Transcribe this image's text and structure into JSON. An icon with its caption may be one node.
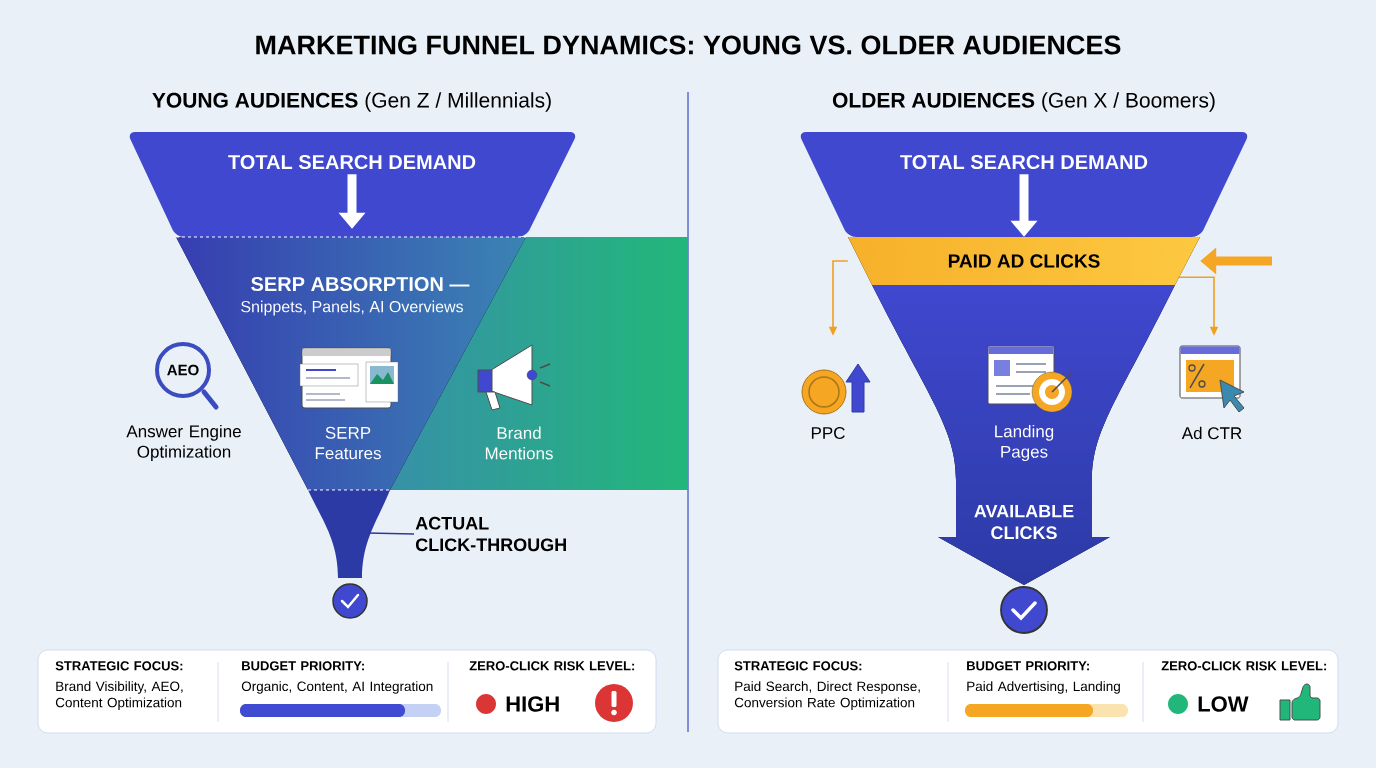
{
  "diagram": {
    "title": "MARKETING FUNNEL DYNAMICS: YOUNG VS. OLDER AUDIENCES",
    "nodes": [
      {
        "text": [
          "TOTAL SEARCH DEMAND"
        ]
      },
      {
        "text": [
          "SERP ABSORPTION —",
          "Snippets, Panels, AI Overviews"
        ]
      },
      {
        "text": [],
        "shape": "funnel"
      },
      {
        "text": [
          "ACTUAL CLICK-THROUGH"
        ]
      },
      {
        "text": [
          "STRATEGIC FOCUS:",
          "Brand Visibility, AEO, Content Optimization",
          "BUDGET PRIORITY:",
          "Organic, Content, AI Integration",
          "ZERO-CLICK RISK LEVEL:",
          "HIGH"
        ]
      },
      {
        "text": [
          "TOTAL SEARCH DEMAND"
        ]
      },
      {
        "text": [
          "PAID AD CLICKS"
        ]
      },
      {
        "text": [
          "PPC"
        ]
      },
      {
        "text": [
          "Landing Pages",
          "AVAILABLE CLICKS"
        ]
      },
      {
        "text": [
          "Ad CTR"
        ]
      },
      {
        "text": [
          "STRATEGIC FOCUS:",
          "Paid Search, Direct Response, Conversion Rate Optimization",
          "BUDGET PRIORITY:",
          "Paid Advertising, Landing",
          "ZERO-CLICK RISK LEVEL:",
          "LOW"
        ]
      }
    ],
    "edges": [
      {
        "from": 0,
        "to": 1,
        "arrow": "to",
        "style": "thick",
        "color": "#ffffff"
      },
      {
        "from": 5,
        "to": 6,
        "arrow": "to",
        "style": "thick",
        "color": "#ffffff"
      },
      {
        "from": 3,
        "to": 2,
        "arrow": "none",
        "color": "#2b3aa0"
      },
      {
        "from": 6,
        "to": 7,
        "arrow": "to",
        "color": "#f0a020"
      },
      {
        "from": 6,
        "to": 9,
        "arrow": "to",
        "color": "#f0a020"
      },
      {
        "from": null,
        "to": 6,
        "arrow": "to",
        "style": "thick",
        "color": "#f5a623"
      }
    ],
    "labels": [
      "**YOUNG AUDIENCES** (Gen Z / Millennials)",
      "**OLDER AUDIENCES** (Gen X / Boomers)",
      "AEO",
      "Answer Engine Optimization",
      "SERP Features",
      "Brand Mentions"
    ]
  }
}
